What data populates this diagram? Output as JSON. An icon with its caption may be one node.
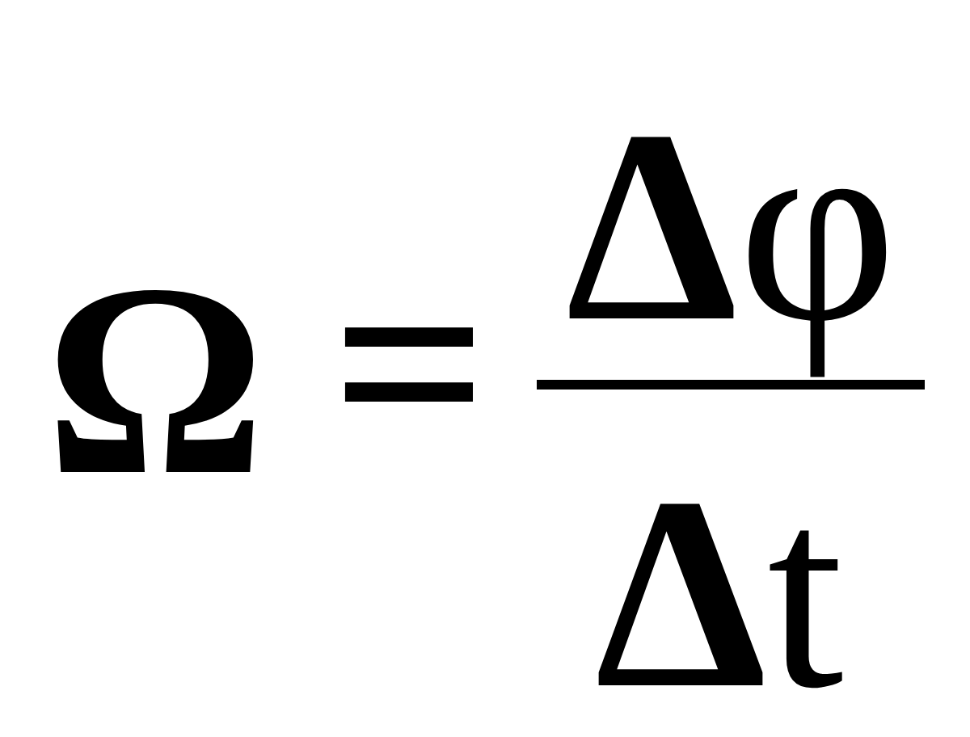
{
  "diagram": {
    "labels": [
      "Ω",
      "=",
      "**Δ**φ",
      "**Δ**t"
    ]
  }
}
